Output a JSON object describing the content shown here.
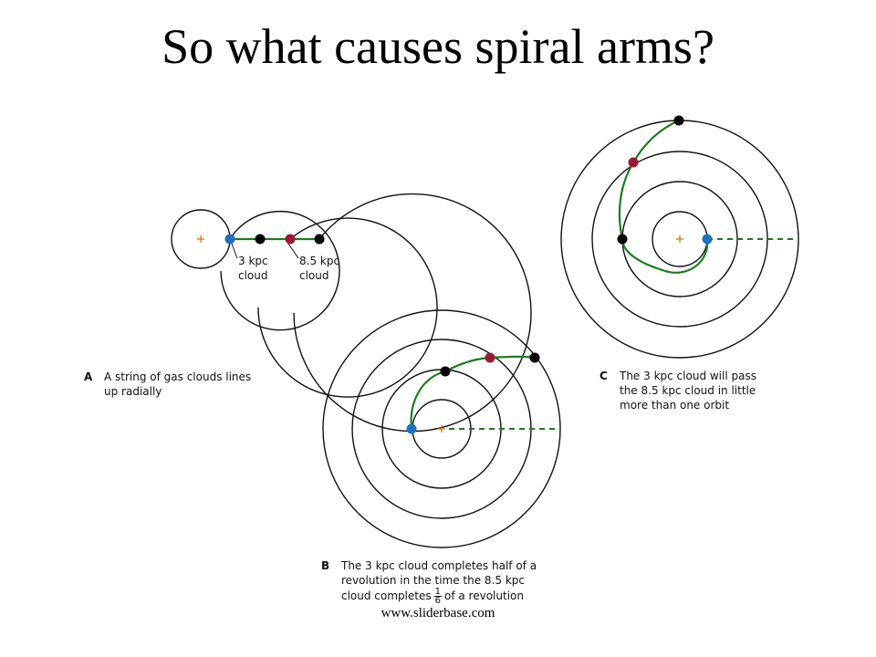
{
  "slide": {
    "title": "So what causes spiral arms?",
    "footer": "www.sliderbase.com"
  },
  "colors": {
    "orbit": "#111111",
    "arm": "#1e7a1e",
    "center": "#d07a14",
    "cloud_3kpc": "#1f6fc0",
    "cloud_8_5kpc": "#9a1b36",
    "cloud_other": "#000000"
  },
  "panels": {
    "a": {
      "letter": "A",
      "caption_lines": [
        "A string of gas clouds lines",
        "up radially"
      ],
      "label_3kpc": [
        "3 kpc",
        "cloud"
      ],
      "label_8_5kpc": [
        "8.5 kpc",
        "cloud"
      ]
    },
    "b": {
      "letter": "B",
      "caption_lines": [
        "The 3 kpc cloud completes half of a",
        "revolution in the time the 8.5 kpc"
      ],
      "caption_line3_before": "cloud completes",
      "fraction_num": "1",
      "fraction_den": "6",
      "caption_line3_after": "of a revolution"
    },
    "c": {
      "letter": "C",
      "caption_lines": [
        "The 3 kpc cloud will pass",
        "the 8.5 kpc cloud in little",
        "more than one orbit"
      ]
    }
  }
}
